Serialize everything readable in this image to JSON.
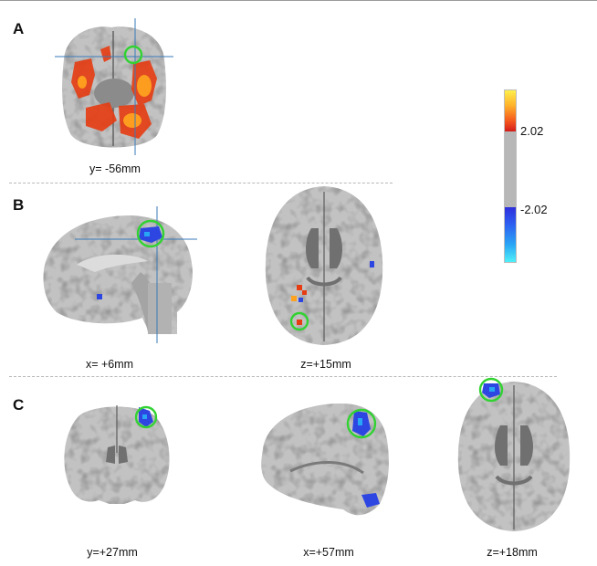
{
  "panels": {
    "a": {
      "letter": "A",
      "coords": [
        "y= -56mm"
      ]
    },
    "b": {
      "letter": "B",
      "coords": [
        "x= +6mm",
        "z=+15mm"
      ]
    },
    "c": {
      "letter": "C",
      "coords": [
        "y=+27mm",
        "x=+57mm",
        "z=+18mm"
      ]
    }
  },
  "colorbar": {
    "positive_threshold": "2.02",
    "negative_threshold": "-2.02",
    "colors": {
      "hot": "#f4561d",
      "cool": "#2d5ff0",
      "marker": "#32d232"
    }
  }
}
